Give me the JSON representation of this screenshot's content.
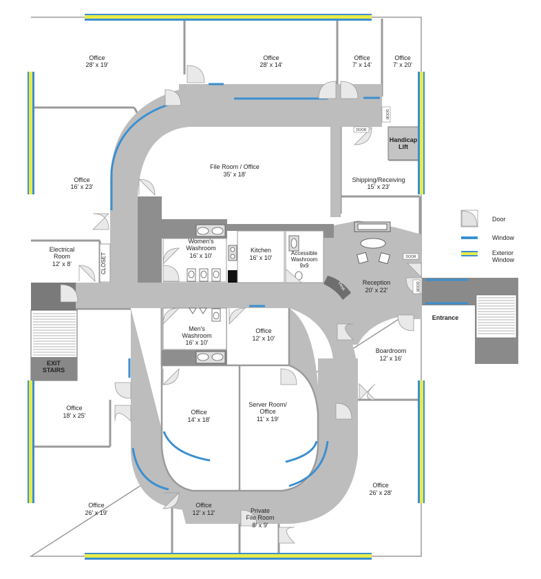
{
  "rooms": [
    {
      "name": "Office",
      "dims": "28' x 19'"
    },
    {
      "name": "Office",
      "dims": "28' x 14'"
    },
    {
      "name": "Office",
      "dims": "7' x 14'"
    },
    {
      "name": "Office",
      "dims": "7' x 20'"
    },
    {
      "name": "File Room / Office",
      "dims": "35' x 18'"
    },
    {
      "name": "Office",
      "dims": "16' x 23'"
    },
    {
      "name": "Shipping/Receiving",
      "dims": "15' x 23'"
    },
    {
      "name": "Electrical",
      "name2": "Room",
      "dims": "12' x 8'"
    },
    {
      "name": "Women's",
      "name2": "Washroom",
      "dims": "16' x 10'"
    },
    {
      "name": "Kitchen",
      "dims": "16' x 10'"
    },
    {
      "name": "Accessible",
      "name2": "Washroom",
      "dims": "9x9"
    },
    {
      "name": "Reception",
      "dims": "20' x 22'"
    },
    {
      "name": "Men's",
      "name2": "Washroom",
      "dims": "16' x 10'"
    },
    {
      "name": "Office",
      "dims": "12' x 10'"
    },
    {
      "name": "Boardroom",
      "dims": "12' x 16'"
    },
    {
      "name": "Office",
      "dims": "18' x 25'"
    },
    {
      "name": "Office",
      "dims": "14' x 18'"
    },
    {
      "name": "Server Room/",
      "name2": "Office",
      "dims": "11' x 19'"
    },
    {
      "name": "Office",
      "dims": "26' x 28'"
    },
    {
      "name": "Office",
      "dims": "26' x 19'"
    },
    {
      "name": "Office",
      "dims": "12' x 12'"
    },
    {
      "name": "Private",
      "name2": "File Room",
      "dims": "8' x 9'"
    }
  ],
  "labels": {
    "closet": "CLOSET",
    "exit_stairs_1": "EXIT",
    "exit_stairs_2": "STAIRS",
    "handicap_lift_1": "Handicap",
    "handicap_lift_2": "Lift",
    "entrance": "Entrance",
    "desk": "Desk",
    "door_tag": "DOOR"
  },
  "legend": {
    "door": "Door",
    "window": "Window",
    "exterior_window_1": "Exterior",
    "exterior_window_2": "Window"
  },
  "colors": {
    "corridor": "#bdbdbd",
    "wall": "#8c8c8c",
    "window_blue": "#3b8fd0",
    "exterior_yellow": "#e8ec4a",
    "exterior_blue": "#3b8fd0",
    "dark_block": "#7a7a7a",
    "room_fill": "#ffffff"
  }
}
